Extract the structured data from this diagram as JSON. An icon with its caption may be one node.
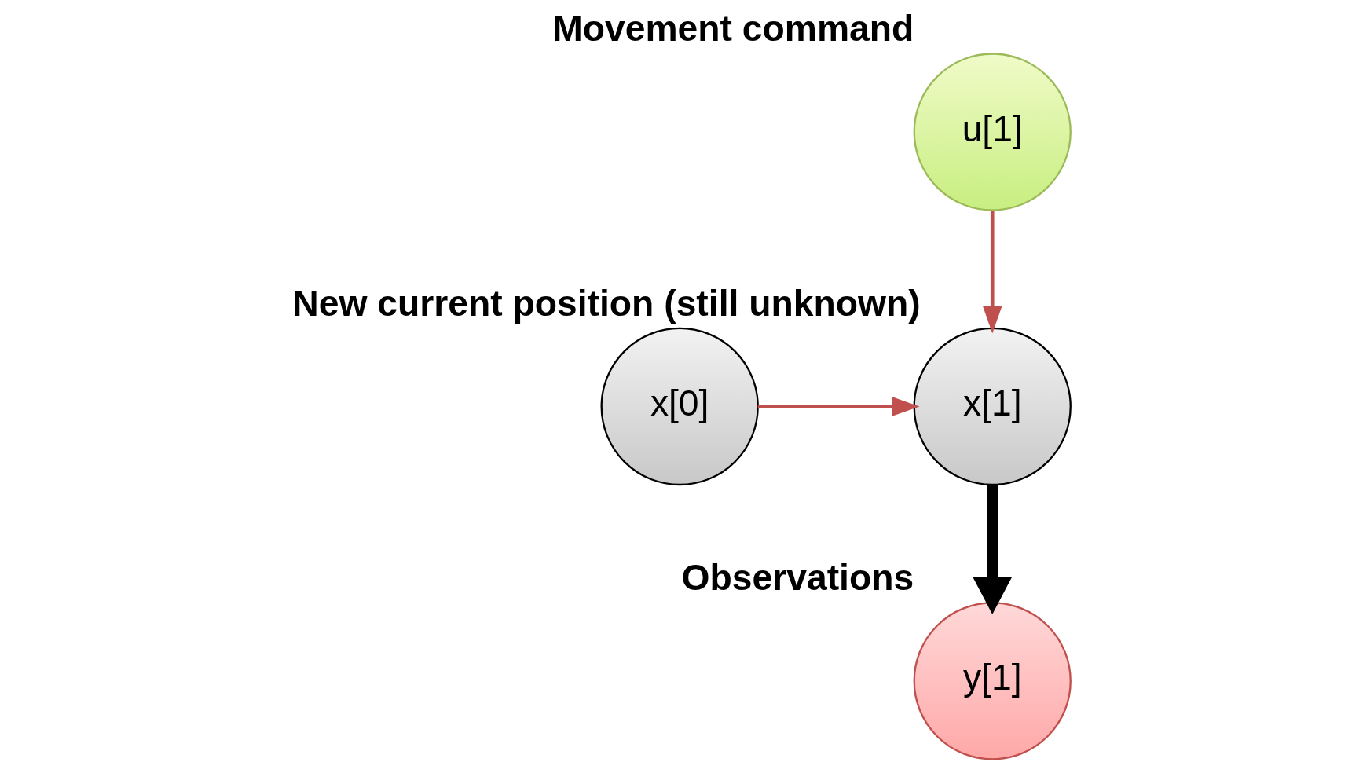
{
  "diagram": {
    "nodes": [
      {
        "text": [
          "u[1]"
        ],
        "beside": [
          "Movement command"
        ]
      },
      {
        "text": [
          "x[0]"
        ]
      },
      {
        "text": [
          "x[1]"
        ],
        "beside": [
          "New current position (still unknown)"
        ]
      },
      {
        "text": [
          "y[1]"
        ],
        "beside": [
          "Observations"
        ]
      }
    ],
    "edges": [
      {
        "from": 0,
        "to": 2,
        "arrow": "to"
      },
      {
        "from": 1,
        "to": 2,
        "arrow": "to"
      },
      {
        "from": 2,
        "to": 3,
        "arrow": "to",
        "style": "thick",
        "color": "#000000"
      }
    ]
  }
}
